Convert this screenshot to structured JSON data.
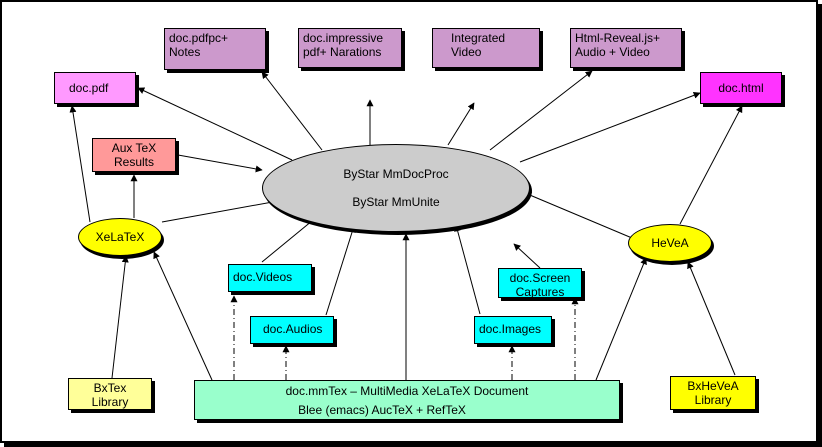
{
  "colors": {
    "purple": "#cc99cc",
    "pink": "#ff99ff",
    "magenta": "#ff33ff",
    "salmon": "#ff9999",
    "cyan": "#00ffff",
    "yellow": "#ffff00",
    "pale_yellow": "#ffff99",
    "mint": "#99ffcc",
    "gray": "#cccccc"
  },
  "nodes": {
    "pdfpc": "doc.pdfpc+\nNotes",
    "impressive": "doc.impressive\npdf+ Narations",
    "integrated": "Integrated\nVideo",
    "reveal": "Html-Reveal.js+\nAudio + Video",
    "pdf": "doc.pdf",
    "html": "doc.html",
    "aux": "Aux TeX\nResults",
    "center_line1": "ByStar MmDocProc",
    "center_line2": "ByStar MmUnite",
    "xelatex": "XeLaTeX",
    "hevea": "HeVeA",
    "videos": "doc.Videos",
    "audios": "doc.Audios",
    "images": "doc.Images",
    "screen": "doc.Screen\nCaptures",
    "bxtex": "BxTex\nLibrary",
    "bxhevea": "BxHeVeA\nLibrary",
    "source_line1": "doc.mmTex –  MultiMedia XeLaTeX Document",
    "source_line2": "Blee (emacs) AucTeX + RefTeX"
  }
}
